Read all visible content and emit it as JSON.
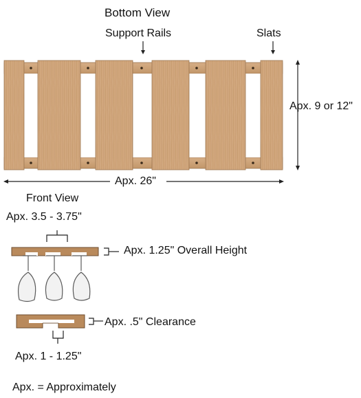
{
  "bottom_view": {
    "title": "Bottom View",
    "support_rails_label": "Support Rails",
    "slats_label": "Slats",
    "height_label": "Apx. 9 or 12\"",
    "width_label": "Apx. 26\""
  },
  "front_view": {
    "title": "Front View",
    "slot_spacing_label": "Apx. 3.5 - 3.75\"",
    "overall_height_label": "Apx. 1.25\" Overall Height",
    "clearance_label": "Apx. .5\" Clearance",
    "opening_label": "Apx. 1 - 1.25\""
  },
  "legend": "Apx. = Approximately",
  "colors": {
    "wood_light": "#d2a87e",
    "wood_dark": "#b98a5c",
    "wood_end": "#7a5a3e",
    "line": "#222222"
  }
}
